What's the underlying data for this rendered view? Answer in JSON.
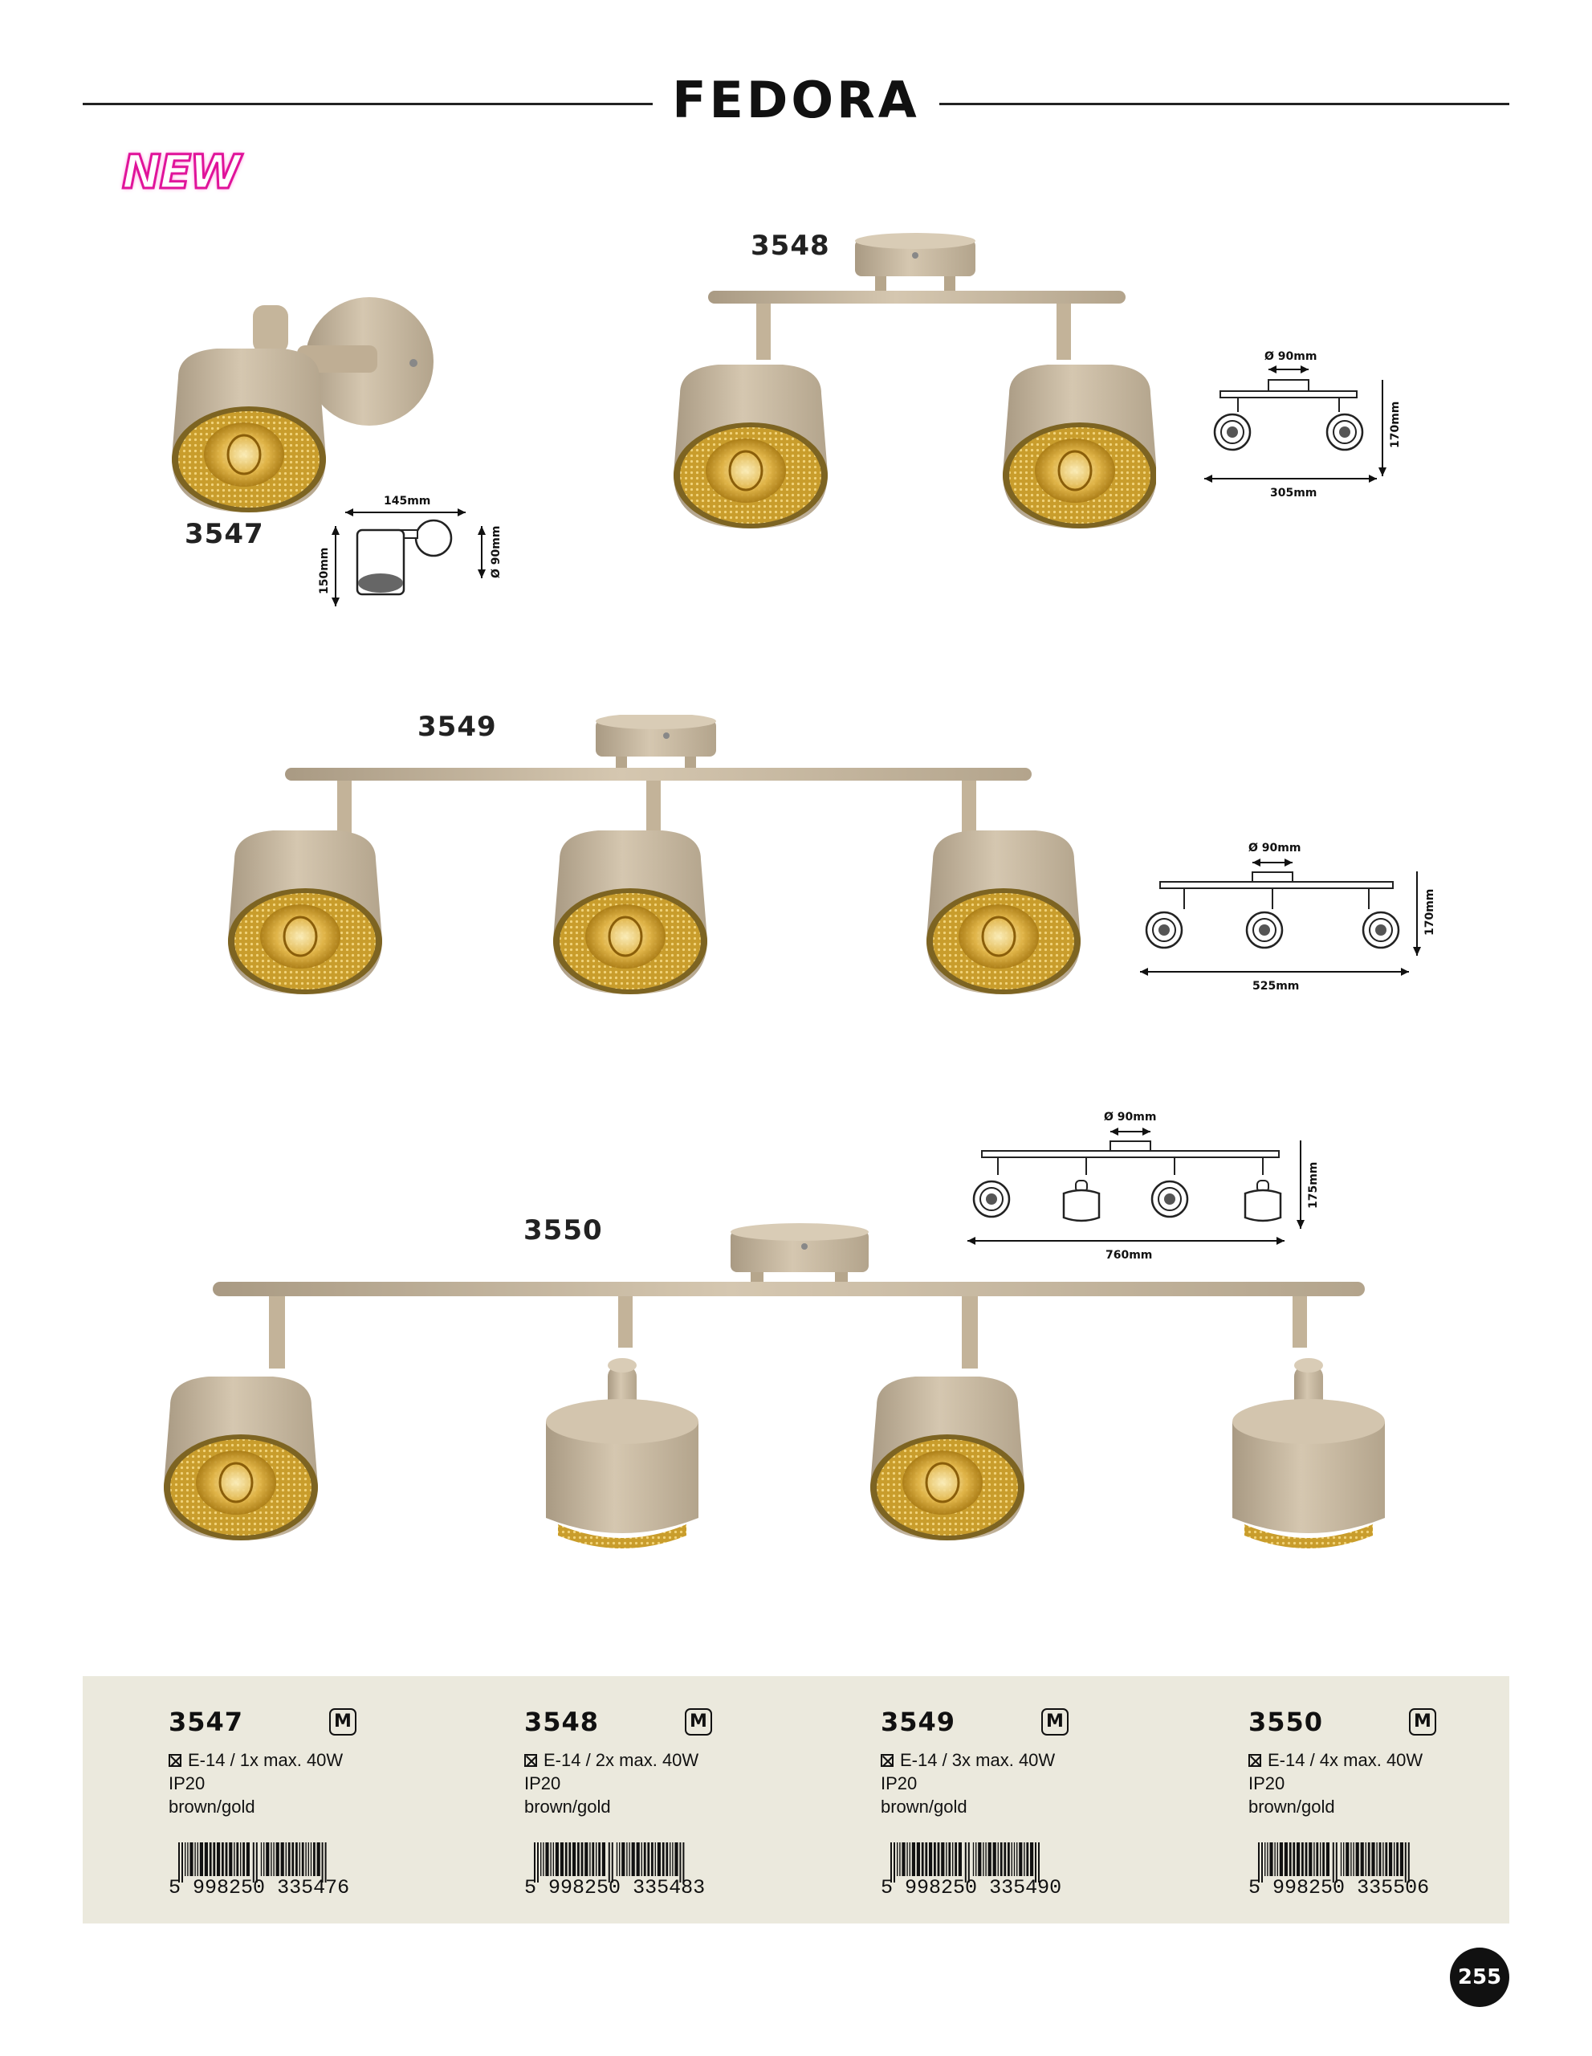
{
  "header": {
    "title": "FEDORA",
    "badge": "NEW"
  },
  "colors": {
    "finish": "#c8b8a0",
    "gold": "#c9a12e",
    "badge": "#e0139a",
    "spec_bg": "#ebe9dd"
  },
  "products": [
    {
      "model": "3547",
      "diameter": "Ø 90mm",
      "width": "145mm",
      "height": "150mm"
    },
    {
      "model": "3548",
      "diameter": "Ø 90mm",
      "width": "305mm",
      "height": "170mm"
    },
    {
      "model": "3549",
      "diameter": "Ø 90mm",
      "width": "525mm",
      "height": "170mm"
    },
    {
      "model": "3550",
      "diameter": "Ø 90mm",
      "width": "760mm",
      "height": "175mm"
    }
  ],
  "specs": [
    {
      "model": "3547",
      "mark": "M",
      "bulb": "E-14 / 1x max. 40W",
      "ip": "IP20",
      "color": "brown/gold",
      "ean_a": "5",
      "ean_b": "998250",
      "ean_c": "335476"
    },
    {
      "model": "3548",
      "mark": "M",
      "bulb": "E-14 / 2x max. 40W",
      "ip": "IP20",
      "color": "brown/gold",
      "ean_a": "5",
      "ean_b": "998250",
      "ean_c": "335483"
    },
    {
      "model": "3549",
      "mark": "M",
      "bulb": "E-14 / 3x max. 40W",
      "ip": "IP20",
      "color": "brown/gold",
      "ean_a": "5",
      "ean_b": "998250",
      "ean_c": "335490"
    },
    {
      "model": "3550",
      "mark": "M",
      "bulb": "E-14 / 4x max. 40W",
      "ip": "IP20",
      "color": "brown/gold",
      "ean_a": "5",
      "ean_b": "998250",
      "ean_c": "335506"
    }
  ],
  "page": {
    "number": "255"
  }
}
